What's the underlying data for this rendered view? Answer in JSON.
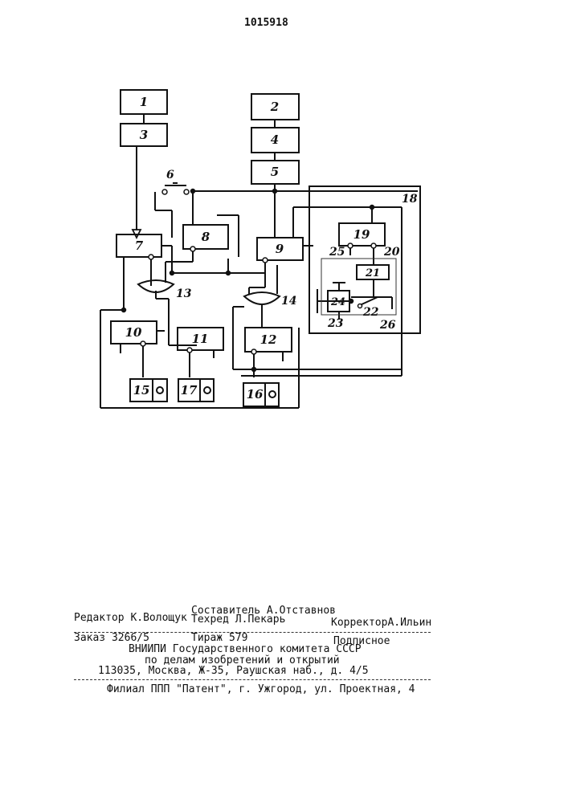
{
  "patent_number": "1015918",
  "diagram": {
    "block_labels": {
      "b1": "1",
      "b3": "3",
      "b2": "2",
      "b4": "4",
      "b5": "5",
      "b7": "7",
      "b8": "8",
      "b9": "9",
      "b10": "10",
      "b11": "11",
      "b12": "12",
      "b15": "15",
      "b17": "17",
      "b16": "16",
      "b19": "19",
      "b21": "21",
      "b24": "24"
    },
    "callouts": {
      "c6": "6",
      "c13": "13",
      "c14": "14",
      "c18": "18",
      "c25": "25",
      "c20": "20",
      "c22": "22",
      "c23": "23",
      "c26": "26"
    }
  },
  "footer": {
    "editor": "Редактор К.Волощук",
    "compiler": "Составитель А.Отставнов",
    "techred": "Техред Л.Пекарь",
    "corrector": "КорректорА.Ильин",
    "order": "Заказ 3266/5",
    "circulation": "Тираж 579",
    "subscription": "Подписное",
    "org_line1": "ВНИИПИ Государственного комитета СССР",
    "org_line2": "по делам изобретений и открытий",
    "address": "113035, Москва, Ж-35, Раушская наб., д. 4/5",
    "branch": "Филиал ППП \"Патент\", г. Ужгород, ул. Проектная, 4"
  }
}
